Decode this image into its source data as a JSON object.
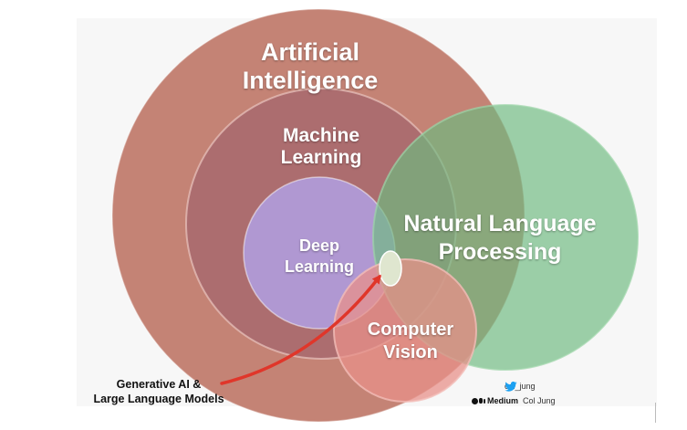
{
  "diagram": {
    "circles": [
      {
        "id": "artificial-intelligence",
        "lines": [
          "Artificial",
          "Intelligence"
        ],
        "color": "#c07a6b"
      },
      {
        "id": "machine-learning",
        "lines": [
          "Machine",
          "Learning"
        ],
        "color": "#a86a6e"
      },
      {
        "id": "deep-learning",
        "lines": [
          "Deep",
          "Learning"
        ],
        "color": "#b09ad6"
      },
      {
        "id": "natural-language-processing",
        "lines": [
          "Natural Language",
          "Processing"
        ],
        "color": "#6fba80"
      },
      {
        "id": "computer-vision",
        "lines": [
          "Computer",
          "Vision"
        ],
        "color": "#e8908a"
      }
    ],
    "callout": {
      "lines": [
        "Generative AI &",
        "Large Language Models"
      ],
      "arrow_color": "#e0362a",
      "highlight_color": "#dfe6cf"
    }
  },
  "credits": {
    "twitter_handle": "col_jung",
    "medium_brand": "Medium",
    "medium_author": "Col Jung",
    "twitter_color": "#1da1f2"
  }
}
